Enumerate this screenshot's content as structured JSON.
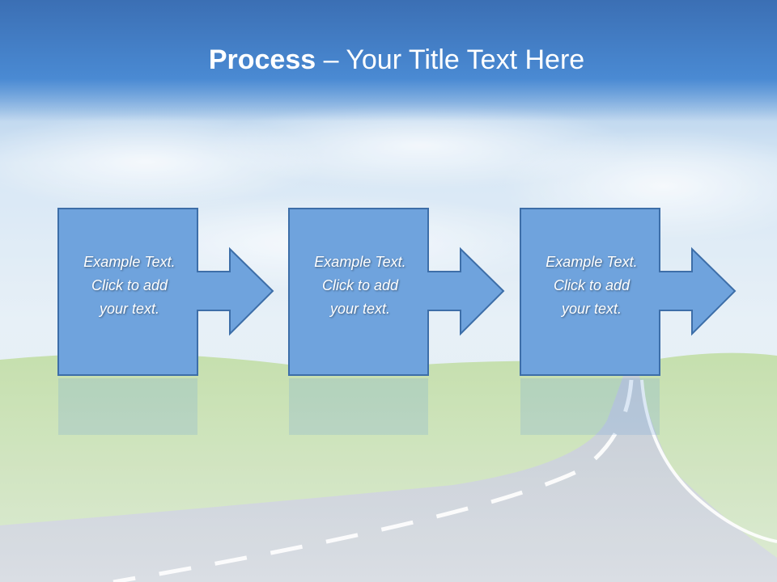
{
  "title": {
    "bold": "Process",
    "rest": " – Your Title Text Here"
  },
  "steps": [
    {
      "text": "Example Text.\nClick  to add\nyour text."
    },
    {
      "text": "Example Text.\nClick  to add\nyour text."
    },
    {
      "text": "Example Text.\nClick  to add\nyour text."
    }
  ],
  "colors": {
    "title_bar": "#4a87cf",
    "sky": "#d6e7f5",
    "grass": "#b7d79a",
    "road": "#c8ced6",
    "box_fill": "#6fa3dd",
    "box_stroke": "#3d6ea8"
  }
}
